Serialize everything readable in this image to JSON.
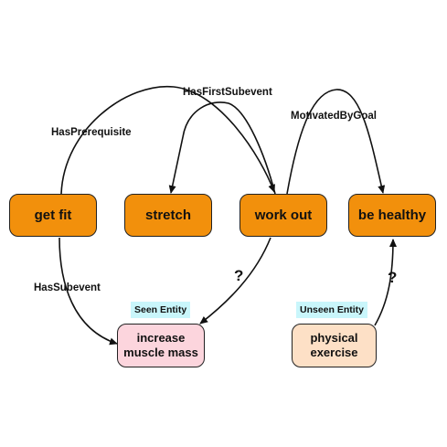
{
  "nodes": {
    "get_fit": "get fit",
    "stretch": "stretch",
    "work_out": "work out",
    "be_healthy": "be healthy",
    "increase_muscle_mass": "increase\nmuscle mass",
    "physical_exercise": "physical\nexercise"
  },
  "edges": {
    "has_prerequisite": "HasPrerequisite",
    "has_first_subevent": "HasFirstSubevent",
    "motivated_by_goal": "MotivatedByGoal",
    "has_subevent": "HasSubevent",
    "unknown_left": "?",
    "unknown_right": "?"
  },
  "tags": {
    "seen": "Seen Entity",
    "unseen": "Unseen Entity"
  },
  "colors": {
    "event_node": "#f2900c",
    "seen_node": "#fcd5dd",
    "unseen_node": "#fde0c6",
    "tag_background": "#c9f6fb"
  }
}
